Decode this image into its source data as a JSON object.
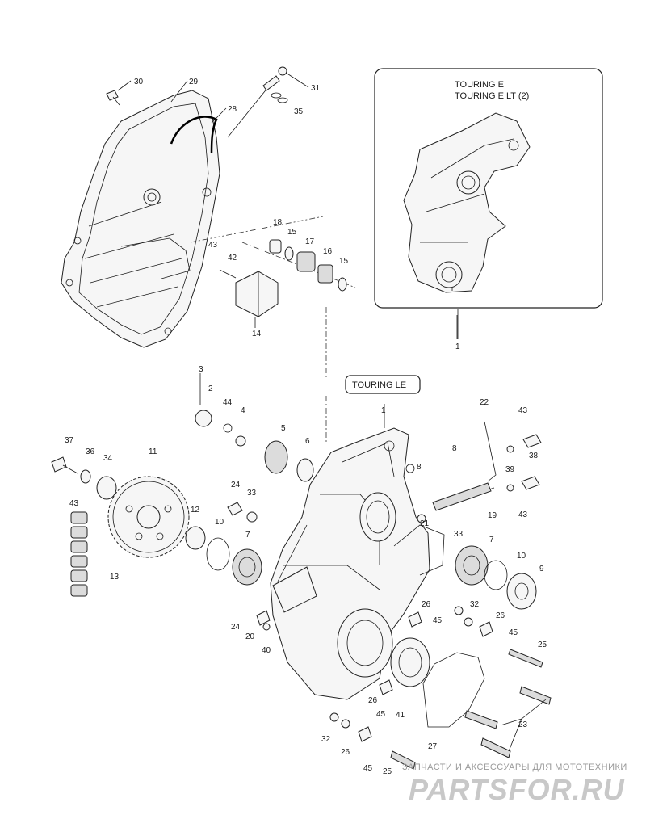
{
  "inset": {
    "variant_line1": "TOURING E",
    "variant_line2": "TOURING E LT (2)",
    "callout": "1"
  },
  "variant_badge": "TOURING LE",
  "callouts": {
    "c30": "30",
    "c29": "29",
    "c28": "28",
    "c31": "31",
    "c35": "35",
    "c18": "18",
    "c15a": "15",
    "c17": "17",
    "c16": "16",
    "c15b": "15",
    "c43a": "43",
    "c42": "42",
    "c14": "14",
    "c3": "3",
    "c2": "2",
    "c44": "44",
    "c4": "4",
    "c5": "5",
    "c6": "6",
    "c1main": "1",
    "c22": "22",
    "c43b": "43",
    "c8a": "8",
    "c8b": "8",
    "c39": "39",
    "c38": "38",
    "c19": "19",
    "c43c": "43",
    "c21": "21",
    "c33b": "33",
    "c37": "37",
    "c36": "36",
    "c34": "34",
    "c11": "11",
    "c43d": "43",
    "c24a": "24",
    "c33a": "33",
    "c12": "12",
    "c10a": "10",
    "c7a": "7",
    "c13": "13",
    "c7b": "7",
    "c10b": "10",
    "c9": "9",
    "c26a": "26",
    "c45a": "45",
    "c32a": "32",
    "c26b": "26",
    "c45b": "45",
    "c24b": "24",
    "c20": "20",
    "c40": "40",
    "c25a": "25",
    "c26c": "26",
    "c45c": "45",
    "c41": "41",
    "c27": "27",
    "c23": "23",
    "c32b": "32",
    "c26d": "26",
    "c45d": "45",
    "c25b": "25"
  },
  "watermark": {
    "line1": "ЗАПЧАСТИ И АКСЕССУАРЫ ДЛЯ МОТОТЕХНИКИ",
    "line2": "PARTSFOR.RU"
  }
}
